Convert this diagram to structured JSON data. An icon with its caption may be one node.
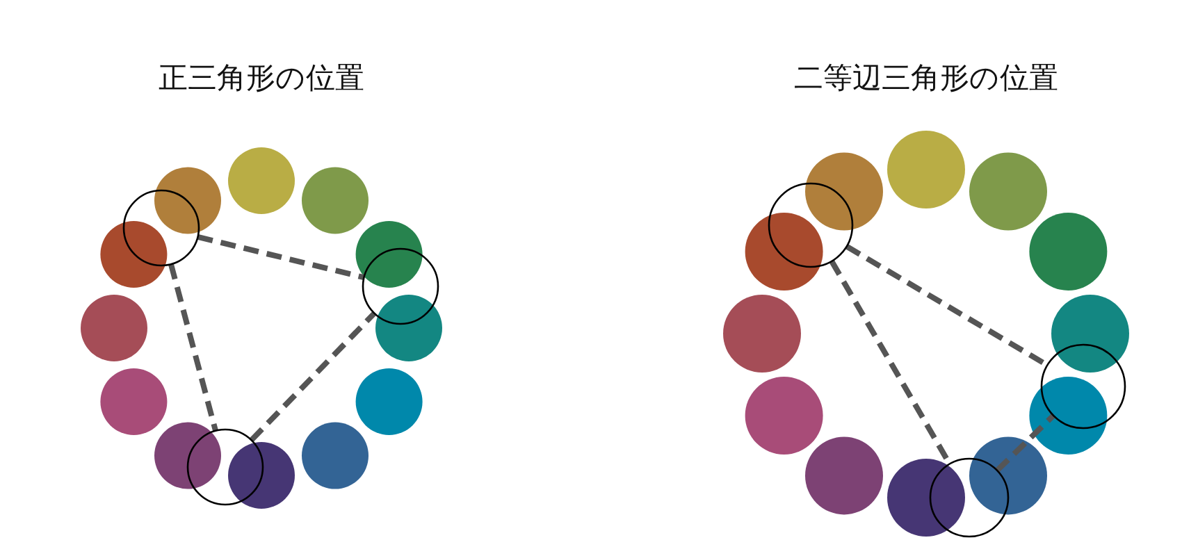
{
  "diagram": {
    "nodes": [
      {
        "text": [],
        "shape": "circle"
      },
      {
        "text": [],
        "shape": "circle"
      },
      {
        "text": [],
        "shape": "circle"
      },
      {
        "text": [],
        "shape": "circle"
      },
      {
        "text": [],
        "shape": "circle"
      },
      {
        "text": [],
        "shape": "circle"
      }
    ],
    "edges": [
      {
        "from": 0,
        "to": 1,
        "arrow": "none",
        "style": "dashed"
      },
      {
        "from": 0,
        "to": 2,
        "arrow": "none",
        "style": "dashed"
      },
      {
        "from": 2,
        "to": 1,
        "arrow": "none",
        "style": "dashed"
      },
      {
        "from": 3,
        "to": 4,
        "arrow": "none",
        "style": "dashed"
      },
      {
        "from": 3,
        "to": 5,
        "arrow": "none",
        "style": "dashed"
      },
      {
        "from": 5,
        "to": 4,
        "arrow": "none",
        "style": "dashed"
      }
    ],
    "labels": [
      "正三角形の位置",
      "二等辺三角形の位置"
    ]
  }
}
